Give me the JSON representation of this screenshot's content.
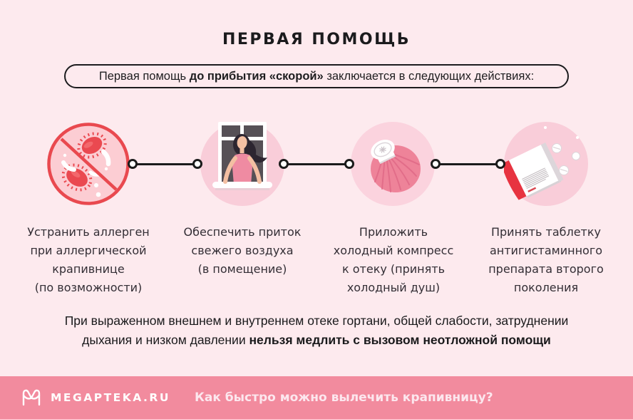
{
  "page": {
    "title": "ПЕРВАЯ ПОМОЩЬ",
    "colors": {
      "background": "#fdeaee",
      "footer_bar": "#f28b9e",
      "accent_red": "#e9494f",
      "step_circle_pink": "#f9cdd9",
      "line_black": "#1b1b1b",
      "text_dark": "#19191b",
      "footer_question_text": "#fce7ee"
    }
  },
  "intro_pill": {
    "text_before": "Первая помощь ",
    "text_bold": "до прибытия «скорой»",
    "text_after": " заключается в следующих действиях:"
  },
  "steps": [
    {
      "icon": "no-allergen-icon",
      "lines": [
        "Устранить аллерген",
        "при аллергической",
        "крапивнице",
        "(по возможности)"
      ]
    },
    {
      "icon": "open-window-icon",
      "lines": [
        "Обеспечить приток",
        "свежего воздуха",
        "(в помещение)"
      ]
    },
    {
      "icon": "cold-compress-icon",
      "lines": [
        "Приложить",
        "холодный компресс",
        "к отеку (принять",
        "холодный душ)"
      ]
    },
    {
      "icon": "antihistamine-pills-icon",
      "lines": [
        "Принять таблетку",
        "антигистаминного",
        "препарата второго",
        "поколения"
      ]
    }
  ],
  "warning": {
    "line1": "При выраженном внешнем и внутреннем отеке гортани, общей слабости, затруднении",
    "line2_regular": "дыхания и низком давлении ",
    "line2_bold": "нельзя медлить с вызовом неотложной помощи"
  },
  "footer": {
    "brand": "MEGAPTEKA.RU",
    "question": "Как быстро можно вылечить крапивницу?"
  }
}
